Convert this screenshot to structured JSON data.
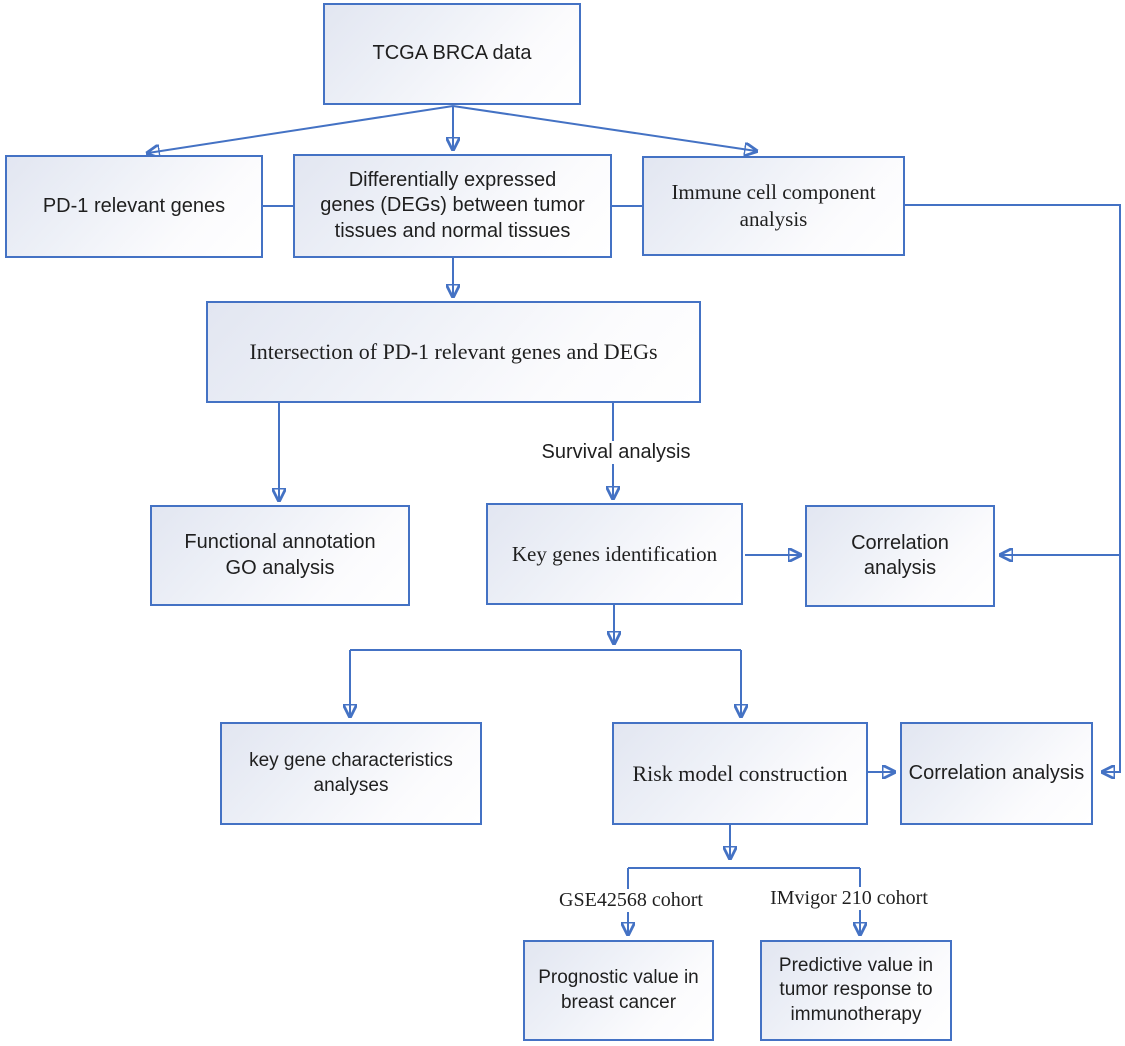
{
  "diagram": {
    "accent_color": "#4472C4",
    "text_color": "#1f1f1f",
    "nodes": {
      "tcga": {
        "label": "TCGA BRCA data"
      },
      "pd1_genes": {
        "label": "PD-1 relevant genes"
      },
      "degs": {
        "lines": [
          "Differentially expressed",
          "genes (DEGs) between tumor",
          "tissues and normal tissues"
        ]
      },
      "immune": {
        "lines": [
          "Immune cell component",
          "analysis"
        ]
      },
      "intersection": {
        "label": "Intersection of PD-1 relevant genes and DEGs"
      },
      "functional_annotation": {
        "lines": [
          "Functional annotation",
          "GO analysis"
        ]
      },
      "key_genes": {
        "label": "Key genes identification"
      },
      "correlation_1": {
        "label": "Correlation analysis"
      },
      "key_gene_characteristics": {
        "lines": [
          "key gene characteristics",
          "analyses"
        ]
      },
      "risk_model": {
        "label": "Risk model construction"
      },
      "correlation_2": {
        "label": "Correlation analysis"
      },
      "prognostic": {
        "lines": [
          "Prognostic value in",
          "breast cancer"
        ]
      },
      "predictive": {
        "lines": [
          "Predictive value in",
          "tumor response to",
          "immunotherapy"
        ]
      }
    },
    "edge_labels": {
      "survival": "Survival analysis",
      "gse_cohort": "GSE42568 cohort",
      "imvigor_cohort": "IMvigor 210 cohort"
    }
  }
}
